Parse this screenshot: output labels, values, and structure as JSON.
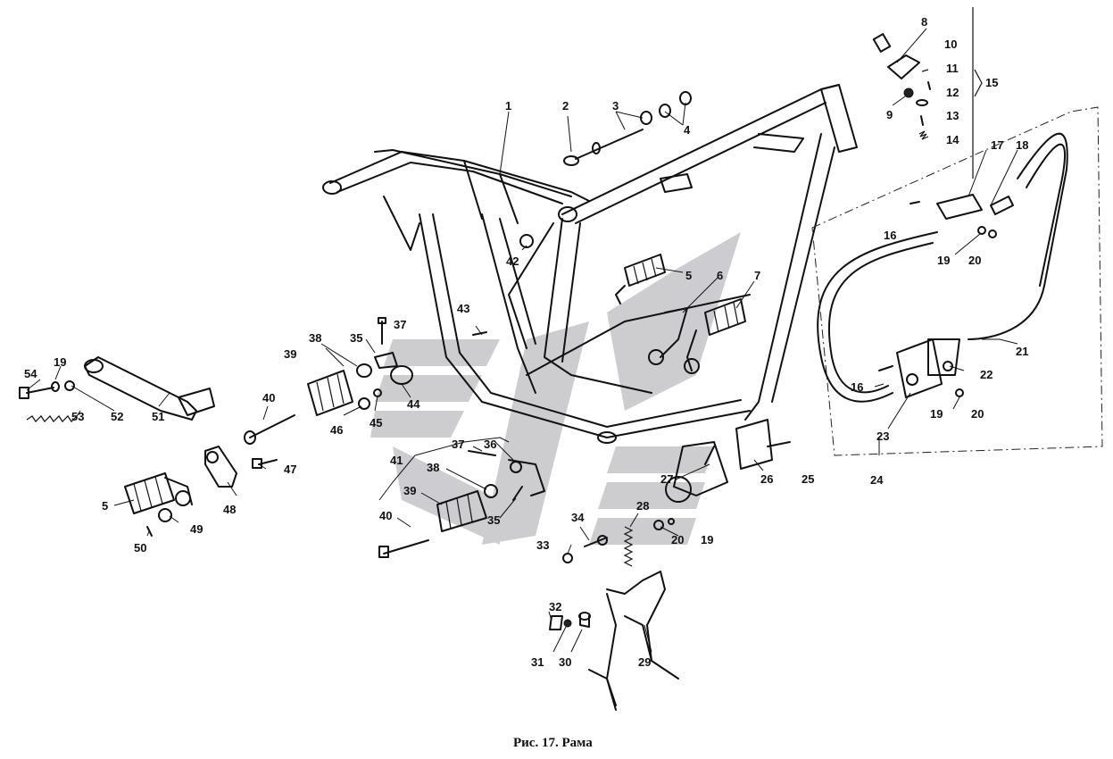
{
  "caption": "Рис. 17. Рама",
  "callouts": [
    {
      "id": "c1",
      "text": "1"
    },
    {
      "id": "c2",
      "text": "2"
    },
    {
      "id": "c3",
      "text": "3"
    },
    {
      "id": "c4",
      "text": "4"
    },
    {
      "id": "c5a",
      "text": "5"
    },
    {
      "id": "c6",
      "text": "6"
    },
    {
      "id": "c7",
      "text": "7"
    },
    {
      "id": "c8",
      "text": "8"
    },
    {
      "id": "c9",
      "text": "9"
    },
    {
      "id": "c10",
      "text": "10"
    },
    {
      "id": "c11",
      "text": "11"
    },
    {
      "id": "c12",
      "text": "12"
    },
    {
      "id": "c13",
      "text": "13"
    },
    {
      "id": "c14",
      "text": "14"
    },
    {
      "id": "c15",
      "text": "15"
    },
    {
      "id": "c16a",
      "text": "16"
    },
    {
      "id": "c17",
      "text": "17"
    },
    {
      "id": "c18",
      "text": "18"
    },
    {
      "id": "c19a",
      "text": "19"
    },
    {
      "id": "c20a",
      "text": "20"
    },
    {
      "id": "c21",
      "text": "21"
    },
    {
      "id": "c22",
      "text": "22"
    },
    {
      "id": "c16b",
      "text": "16"
    },
    {
      "id": "c19b",
      "text": "19"
    },
    {
      "id": "c20b",
      "text": "20"
    },
    {
      "id": "c23",
      "text": "23"
    },
    {
      "id": "c24",
      "text": "24"
    },
    {
      "id": "c25",
      "text": "25"
    },
    {
      "id": "c26",
      "text": "26"
    },
    {
      "id": "c27",
      "text": "27"
    },
    {
      "id": "c28",
      "text": "28"
    },
    {
      "id": "c20c",
      "text": "20"
    },
    {
      "id": "c19c",
      "text": "19"
    },
    {
      "id": "c29",
      "text": "29"
    },
    {
      "id": "c30",
      "text": "30"
    },
    {
      "id": "c31",
      "text": "31"
    },
    {
      "id": "c32",
      "text": "32"
    },
    {
      "id": "c33",
      "text": "33"
    },
    {
      "id": "c34",
      "text": "34"
    },
    {
      "id": "c35a",
      "text": "35"
    },
    {
      "id": "c36",
      "text": "36"
    },
    {
      "id": "c37a",
      "text": "37"
    },
    {
      "id": "c38a",
      "text": "38"
    },
    {
      "id": "c39a",
      "text": "39"
    },
    {
      "id": "c40a",
      "text": "40"
    },
    {
      "id": "c41",
      "text": "41"
    },
    {
      "id": "c42",
      "text": "42"
    },
    {
      "id": "c43",
      "text": "43"
    },
    {
      "id": "c44",
      "text": "44"
    },
    {
      "id": "c45",
      "text": "45"
    },
    {
      "id": "c46",
      "text": "46"
    },
    {
      "id": "c47",
      "text": "47"
    },
    {
      "id": "c48",
      "text": "48"
    },
    {
      "id": "c49",
      "text": "49"
    },
    {
      "id": "c50",
      "text": "50"
    },
    {
      "id": "c5b",
      "text": "5"
    },
    {
      "id": "c51",
      "text": "51"
    },
    {
      "id": "c52",
      "text": "52"
    },
    {
      "id": "c53",
      "text": "53"
    },
    {
      "id": "c54",
      "text": "54"
    },
    {
      "id": "c19d",
      "text": "19"
    },
    {
      "id": "c40b",
      "text": "40"
    },
    {
      "id": "c39b",
      "text": "39"
    },
    {
      "id": "c38b",
      "text": "38"
    },
    {
      "id": "c37b",
      "text": "37"
    },
    {
      "id": "c35b",
      "text": "35"
    }
  ],
  "colors": {
    "ink": "#111111",
    "watermark": "#c8c8cc"
  }
}
